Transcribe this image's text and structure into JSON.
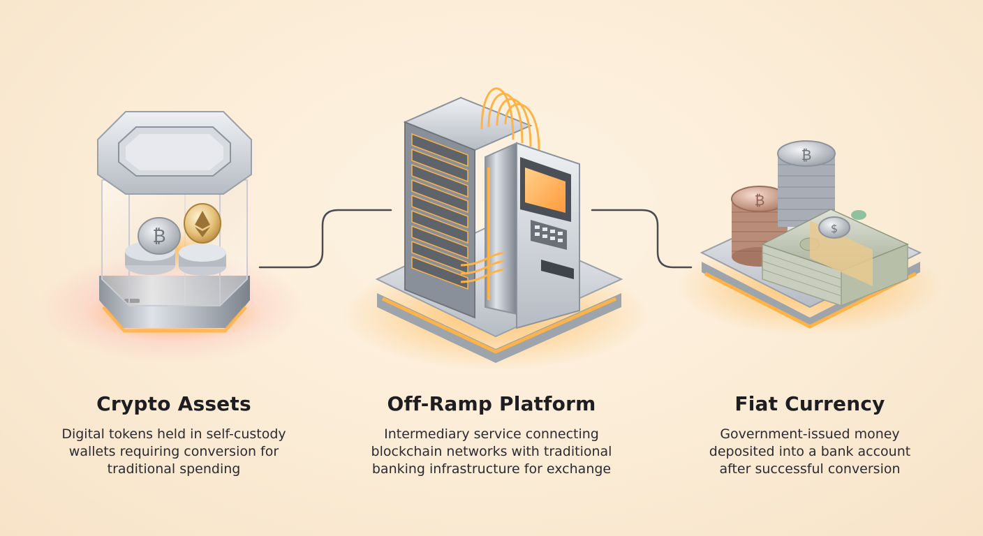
{
  "stages": [
    {
      "title": "Crypto Assets",
      "description_lines": [
        "Digital tokens held in self-custody",
        "wallets requiring conversion for",
        "traditional spending"
      ],
      "icon": "crypto-vault-icon"
    },
    {
      "title": "Off-Ramp Platform",
      "description_lines": [
        "Intermediary service connecting",
        "blockchain networks with traditional",
        "banking infrastructure for exchange"
      ],
      "icon": "server-atm-icon"
    },
    {
      "title": "Fiat Currency",
      "description_lines": [
        "Government-issued money",
        "deposited into a bank account",
        "after successful conversion"
      ],
      "icon": "cash-and-coins-icon"
    }
  ],
  "colors": {
    "background": "#fbecd6",
    "glow": "#ffb347",
    "metal": "#b9bec6",
    "connector": "#4a4a50",
    "text": "#1e1e22"
  }
}
